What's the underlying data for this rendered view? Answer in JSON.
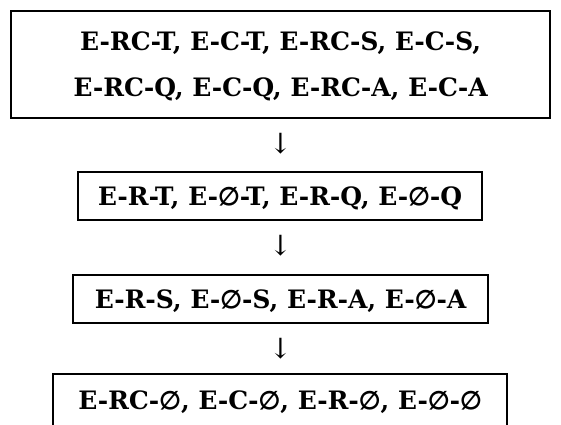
{
  "diagram": {
    "boxes": [
      {
        "lines": [
          "E-RC-T, E-C-T, E-RC-S, E-C-S,",
          "E-RC-Q, E-C-Q, E-RC-A, E-C-A"
        ]
      },
      {
        "lines": [
          "E-R-T, E-∅-T, E-R-Q, E-∅-Q"
        ]
      },
      {
        "lines": [
          "E-R-S, E-∅-S, E-R-A, E-∅-A"
        ]
      },
      {
        "lines": [
          "E-RC-∅, E-C-∅, E-R-∅, E-∅-∅"
        ]
      }
    ],
    "arrows": [
      "↓",
      "↓",
      "↓"
    ]
  }
}
